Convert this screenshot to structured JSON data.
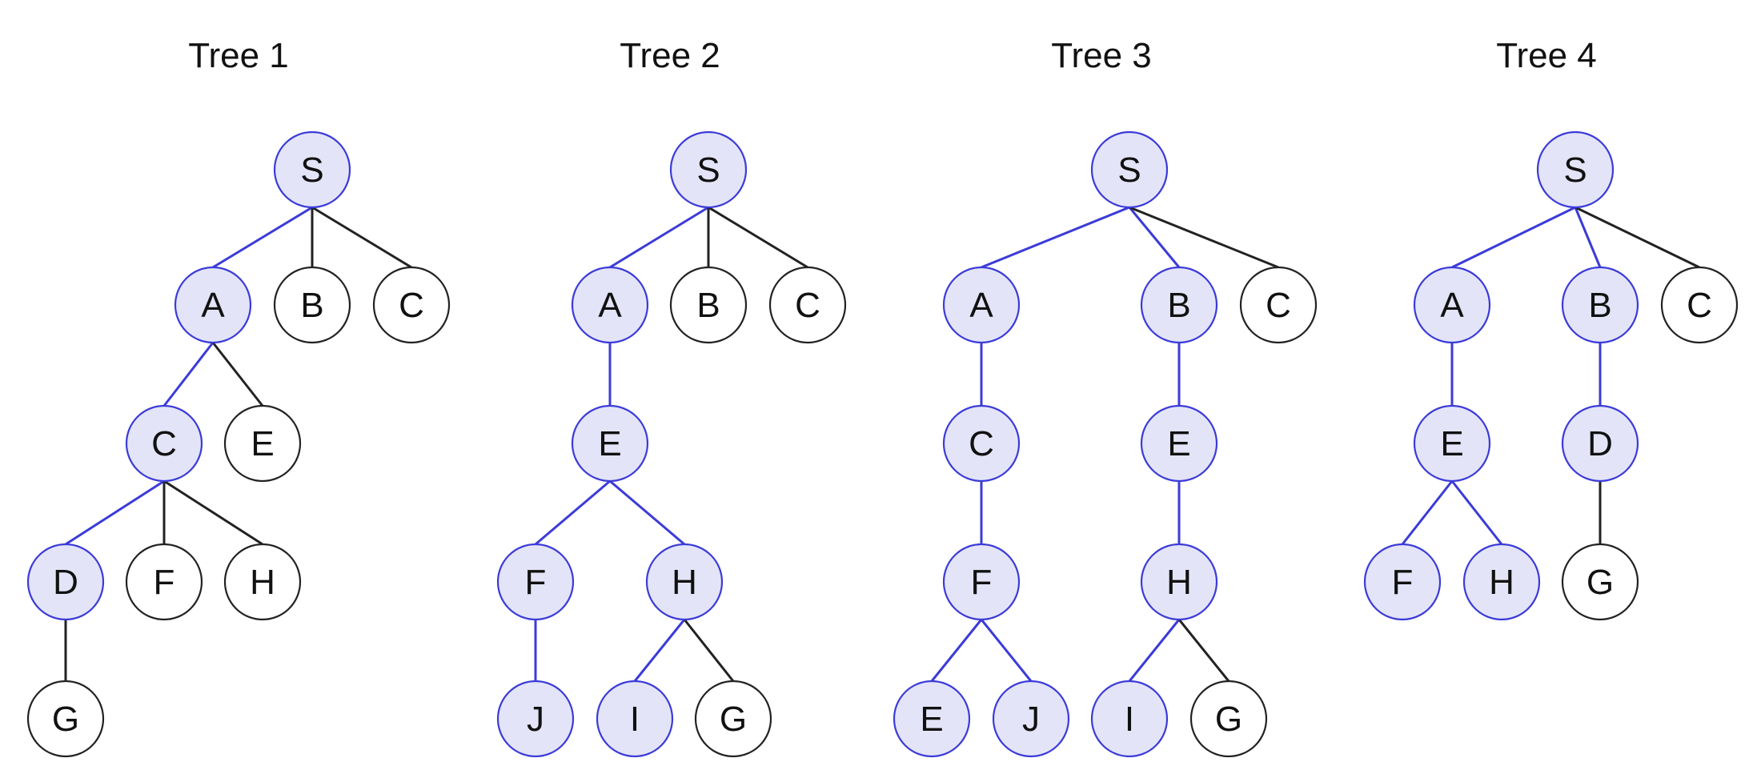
{
  "colors": {
    "highlight_fill": "#e4e4f8",
    "highlight_stroke": "#3b3bd9",
    "plain_fill": "#ffffff",
    "plain_stroke": "#222222",
    "highlight_edge": "#3b3bd9",
    "plain_edge": "#222222"
  },
  "trees": [
    {
      "title": "Tree 1",
      "nodes": [
        {
          "id": "t1-S",
          "label": "S",
          "highlight": true
        },
        {
          "id": "t1-A",
          "label": "A",
          "highlight": true
        },
        {
          "id": "t1-B",
          "label": "B",
          "highlight": false
        },
        {
          "id": "t1-C",
          "label": "C",
          "highlight": false
        },
        {
          "id": "t1-C2",
          "label": "C",
          "highlight": true
        },
        {
          "id": "t1-E",
          "label": "E",
          "highlight": false
        },
        {
          "id": "t1-D",
          "label": "D",
          "highlight": true
        },
        {
          "id": "t1-F",
          "label": "F",
          "highlight": false
        },
        {
          "id": "t1-H",
          "label": "H",
          "highlight": false
        },
        {
          "id": "t1-G",
          "label": "G",
          "highlight": false
        }
      ],
      "edges": [
        {
          "from": "t1-S",
          "to": "t1-A",
          "highlight": true
        },
        {
          "from": "t1-S",
          "to": "t1-B",
          "highlight": false
        },
        {
          "from": "t1-S",
          "to": "t1-C",
          "highlight": false
        },
        {
          "from": "t1-A",
          "to": "t1-C2",
          "highlight": true
        },
        {
          "from": "t1-A",
          "to": "t1-E",
          "highlight": false
        },
        {
          "from": "t1-C2",
          "to": "t1-D",
          "highlight": true
        },
        {
          "from": "t1-C2",
          "to": "t1-F",
          "highlight": false
        },
        {
          "from": "t1-C2",
          "to": "t1-H",
          "highlight": false
        },
        {
          "from": "t1-D",
          "to": "t1-G",
          "highlight": false
        }
      ]
    },
    {
      "title": "Tree 2",
      "nodes": [
        {
          "id": "t2-S",
          "label": "S",
          "highlight": true
        },
        {
          "id": "t2-A",
          "label": "A",
          "highlight": true
        },
        {
          "id": "t2-B",
          "label": "B",
          "highlight": false
        },
        {
          "id": "t2-C",
          "label": "C",
          "highlight": false
        },
        {
          "id": "t2-E",
          "label": "E",
          "highlight": true
        },
        {
          "id": "t2-F",
          "label": "F",
          "highlight": true
        },
        {
          "id": "t2-H",
          "label": "H",
          "highlight": true
        },
        {
          "id": "t2-J",
          "label": "J",
          "highlight": true
        },
        {
          "id": "t2-I",
          "label": "I",
          "highlight": true
        },
        {
          "id": "t2-G",
          "label": "G",
          "highlight": false
        }
      ],
      "edges": [
        {
          "from": "t2-S",
          "to": "t2-A",
          "highlight": true
        },
        {
          "from": "t2-S",
          "to": "t2-B",
          "highlight": false
        },
        {
          "from": "t2-S",
          "to": "t2-C",
          "highlight": false
        },
        {
          "from": "t2-A",
          "to": "t2-E",
          "highlight": true
        },
        {
          "from": "t2-E",
          "to": "t2-F",
          "highlight": true
        },
        {
          "from": "t2-E",
          "to": "t2-H",
          "highlight": true
        },
        {
          "from": "t2-F",
          "to": "t2-J",
          "highlight": true
        },
        {
          "from": "t2-H",
          "to": "t2-I",
          "highlight": true
        },
        {
          "from": "t2-H",
          "to": "t2-G",
          "highlight": false
        }
      ]
    },
    {
      "title": "Tree 3",
      "nodes": [
        {
          "id": "t3-S",
          "label": "S",
          "highlight": true
        },
        {
          "id": "t3-A",
          "label": "A",
          "highlight": true
        },
        {
          "id": "t3-B",
          "label": "B",
          "highlight": true
        },
        {
          "id": "t3-C",
          "label": "C",
          "highlight": false
        },
        {
          "id": "t3-C2",
          "label": "C",
          "highlight": true
        },
        {
          "id": "t3-E",
          "label": "E",
          "highlight": true
        },
        {
          "id": "t3-F",
          "label": "F",
          "highlight": true
        },
        {
          "id": "t3-H",
          "label": "H",
          "highlight": true
        },
        {
          "id": "t3-E2",
          "label": "E",
          "highlight": true
        },
        {
          "id": "t3-J",
          "label": "J",
          "highlight": true
        },
        {
          "id": "t3-I",
          "label": "I",
          "highlight": true
        },
        {
          "id": "t3-G",
          "label": "G",
          "highlight": false
        }
      ],
      "edges": [
        {
          "from": "t3-S",
          "to": "t3-A",
          "highlight": true
        },
        {
          "from": "t3-S",
          "to": "t3-B",
          "highlight": true
        },
        {
          "from": "t3-S",
          "to": "t3-C",
          "highlight": false
        },
        {
          "from": "t3-A",
          "to": "t3-C2",
          "highlight": true
        },
        {
          "from": "t3-B",
          "to": "t3-E",
          "highlight": true
        },
        {
          "from": "t3-C2",
          "to": "t3-F",
          "highlight": true
        },
        {
          "from": "t3-E",
          "to": "t3-H",
          "highlight": true
        },
        {
          "from": "t3-F",
          "to": "t3-E2",
          "highlight": true
        },
        {
          "from": "t3-F",
          "to": "t3-J",
          "highlight": true
        },
        {
          "from": "t3-H",
          "to": "t3-I",
          "highlight": true
        },
        {
          "from": "t3-H",
          "to": "t3-G",
          "highlight": false
        }
      ]
    },
    {
      "title": "Tree 4",
      "nodes": [
        {
          "id": "t4-S",
          "label": "S",
          "highlight": true
        },
        {
          "id": "t4-A",
          "label": "A",
          "highlight": true
        },
        {
          "id": "t4-B",
          "label": "B",
          "highlight": true
        },
        {
          "id": "t4-C",
          "label": "C",
          "highlight": false
        },
        {
          "id": "t4-E",
          "label": "E",
          "highlight": true
        },
        {
          "id": "t4-D",
          "label": "D",
          "highlight": true
        },
        {
          "id": "t4-F",
          "label": "F",
          "highlight": true
        },
        {
          "id": "t4-H",
          "label": "H",
          "highlight": true
        },
        {
          "id": "t4-G",
          "label": "G",
          "highlight": false
        }
      ],
      "edges": [
        {
          "from": "t4-S",
          "to": "t4-A",
          "highlight": true
        },
        {
          "from": "t4-S",
          "to": "t4-B",
          "highlight": true
        },
        {
          "from": "t4-S",
          "to": "t4-C",
          "highlight": false
        },
        {
          "from": "t4-A",
          "to": "t4-E",
          "highlight": true
        },
        {
          "from": "t4-B",
          "to": "t4-D",
          "highlight": true
        },
        {
          "from": "t4-E",
          "to": "t4-F",
          "highlight": true
        },
        {
          "from": "t4-E",
          "to": "t4-H",
          "highlight": true
        },
        {
          "from": "t4-D",
          "to": "t4-G",
          "highlight": false
        }
      ]
    }
  ]
}
